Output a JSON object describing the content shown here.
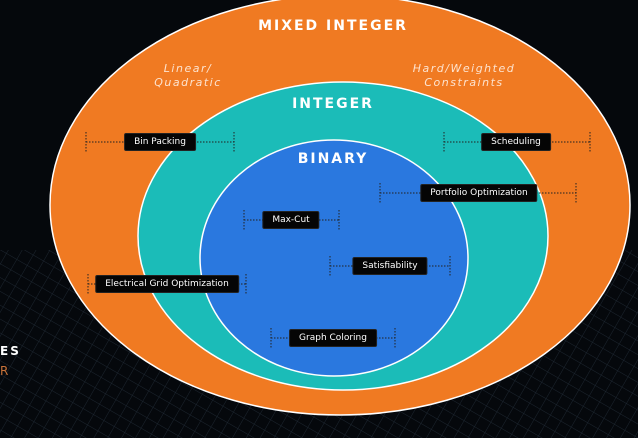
{
  "rings": {
    "outer": {
      "title": "MIXED INTEGER",
      "color": "#f07a22",
      "sub_left": [
        "Linear/",
        "Quadratic"
      ],
      "sub_right": [
        "Hard/Weighted",
        "Constraints"
      ]
    },
    "middle": {
      "title": "INTEGER",
      "color": "#1bbcb8"
    },
    "inner": {
      "title": "BINARY",
      "color": "#2a78df"
    }
  },
  "problems": [
    "Bin Packing",
    "Scheduling",
    "Portfolio Optimization",
    "Max-Cut",
    "Satisfiability",
    "Electrical Grid Optimization",
    "Graph Coloring"
  ],
  "background_fragments": {
    "white": "ES",
    "orange": "R"
  }
}
